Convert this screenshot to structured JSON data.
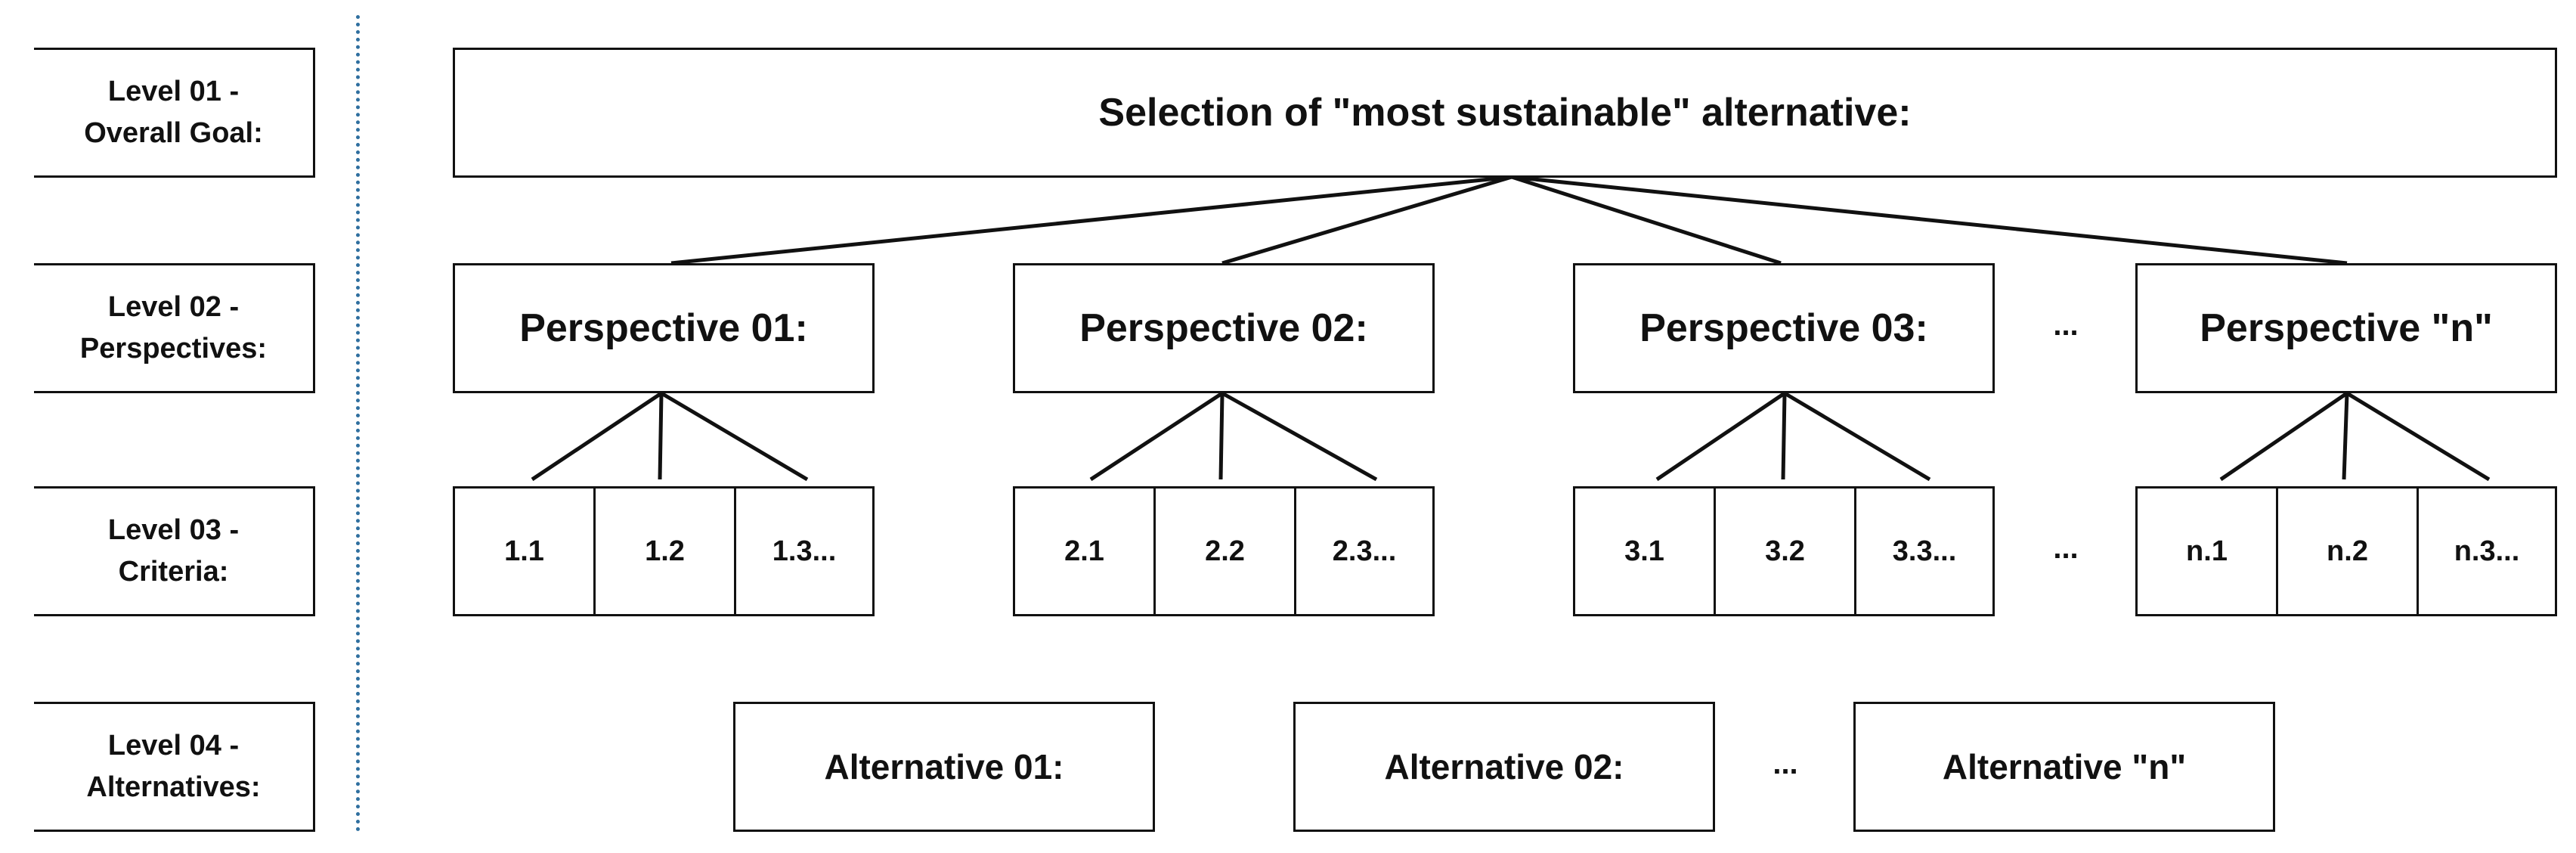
{
  "levels": [
    {
      "line1": "Level 01 -",
      "line2": "Overall Goal:"
    },
    {
      "line1": "Level 02 -",
      "line2": "Perspectives:"
    },
    {
      "line1": "Level 03 -",
      "line2": "Criteria:"
    },
    {
      "line1": "Level 04 -",
      "line2": "Alternatives:"
    }
  ],
  "goal": "Selection of \"most sustainable\" alternative:",
  "perspectives": [
    "Perspective 01:",
    "Perspective 02:",
    "Perspective 03:",
    "Perspective \"n\""
  ],
  "criteria": [
    [
      "1.1",
      "1.2",
      "1.3..."
    ],
    [
      "2.1",
      "2.2",
      "2.3..."
    ],
    [
      "3.1",
      "3.2",
      "3.3..."
    ],
    [
      "n.1",
      "n.2",
      "n.3..."
    ]
  ],
  "alternatives": [
    "Alternative 01:",
    "Alternative 02:",
    "Alternative \"n\""
  ],
  "ellipsis": "..."
}
